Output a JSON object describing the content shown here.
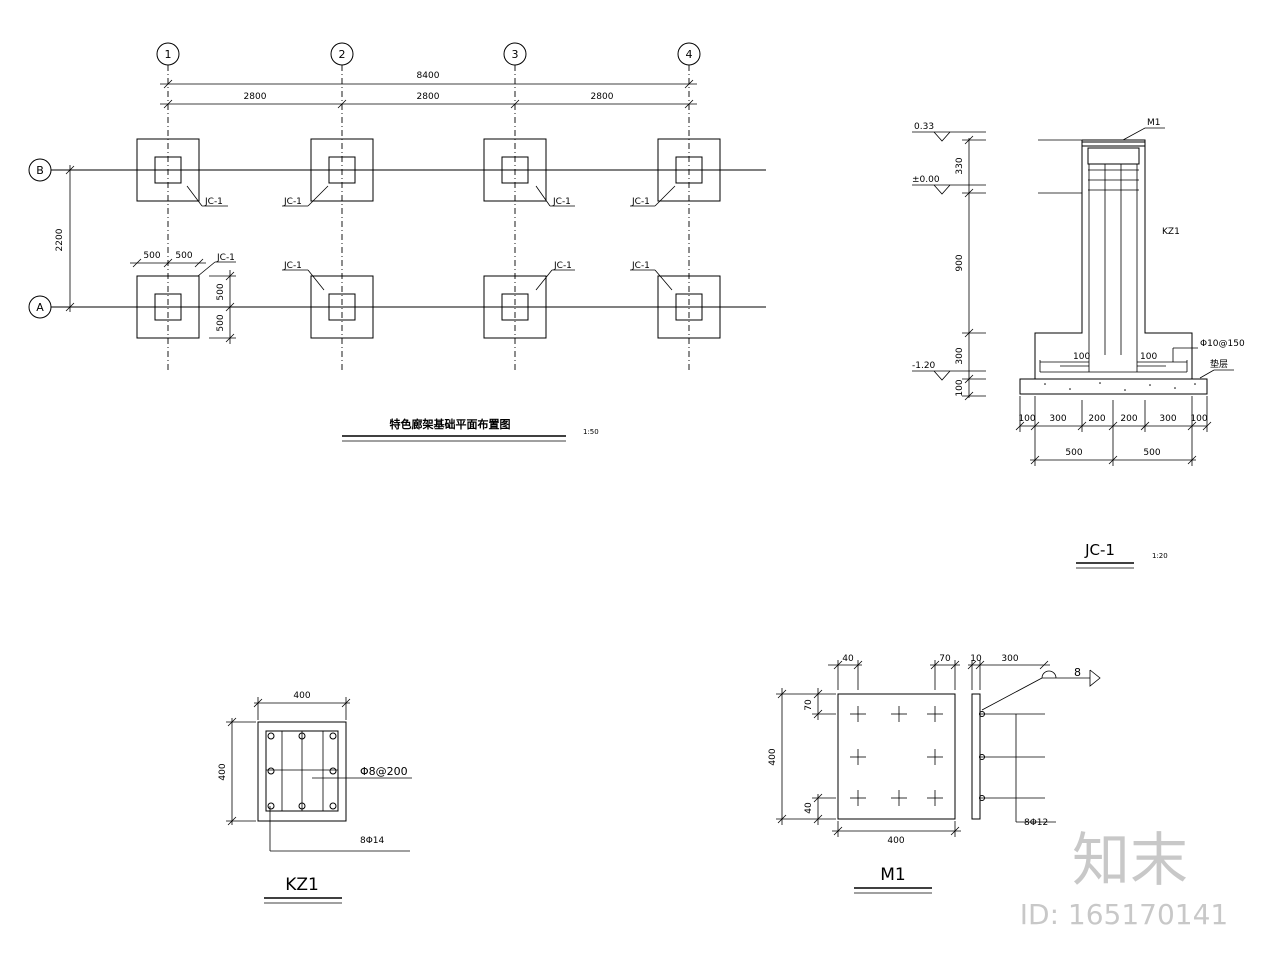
{
  "plan": {
    "title": "特色廊架基础平面布置图",
    "scale": "1:50",
    "axes_x": [
      "1",
      "2",
      "3",
      "4"
    ],
    "axes_y": [
      "B",
      "A"
    ],
    "overall_dim": "8400",
    "bay_dims": [
      "2800",
      "2800",
      "2800"
    ],
    "side_dim": "2200",
    "footing_dims": [
      "500",
      "500"
    ],
    "footing_label": "JC-1"
  },
  "section": {
    "title": "JC-1",
    "scale": "1:20",
    "levels": [
      "0.33",
      "±0.00",
      "-1.20"
    ],
    "vert_dims": [
      "330",
      "900",
      "300",
      "100"
    ],
    "plate_label": "M1",
    "column_label": "KZ1",
    "rebar_label": "Φ10@150",
    "cushion_label": "垫层",
    "inner_dims": [
      "100",
      "100"
    ],
    "bottom_dims_row1": [
      "100",
      "300",
      "200",
      "200",
      "300",
      "100"
    ],
    "bottom_dims_row2": [
      "500",
      "500"
    ]
  },
  "column": {
    "title": "KZ1",
    "width": "400",
    "height": "400",
    "stirrup": "Φ8@200",
    "main_bars": "8Φ14"
  },
  "plate": {
    "title": "M1",
    "top_dims": [
      "40",
      "70",
      "10",
      "300"
    ],
    "left_dims": [
      "70",
      "40"
    ],
    "height": "400",
    "width": "400",
    "weld": "8",
    "anchor": "8Φ12"
  },
  "watermark": {
    "text": "知末",
    "id": "ID: 165170141"
  }
}
